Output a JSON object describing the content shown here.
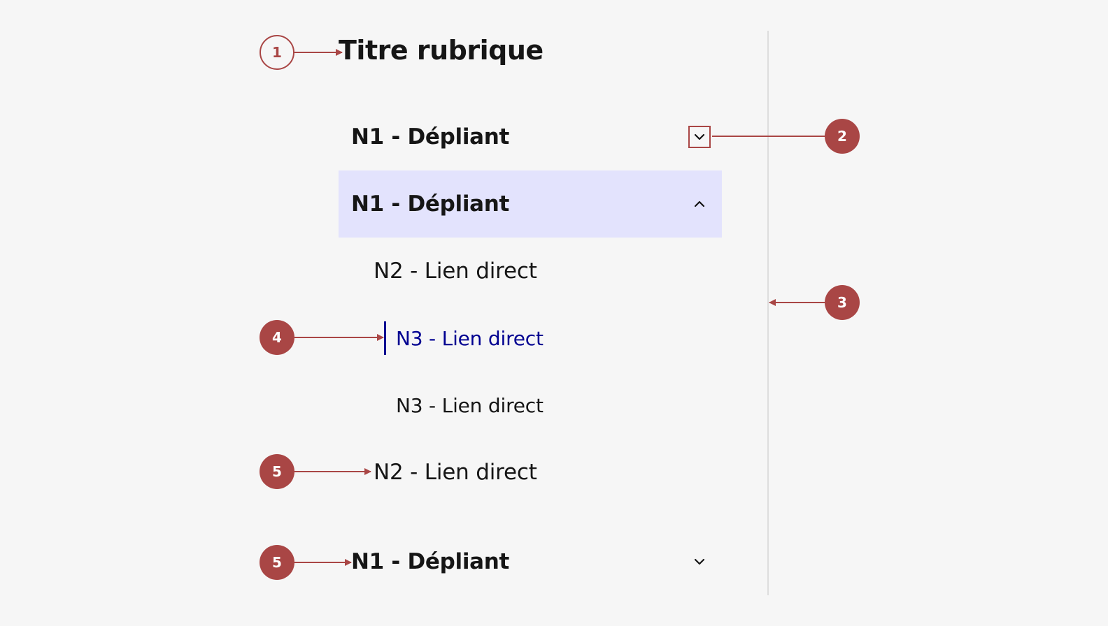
{
  "section_title": "Titre rubrique",
  "menu": {
    "item_1": {
      "label": "N1 - Dépliant",
      "state": "collapsed",
      "icon": "chevron-down-icon"
    },
    "item_2": {
      "label": "N1 - Dépliant",
      "state": "expanded",
      "icon": "chevron-up-icon"
    },
    "n2_link_1": {
      "label": "N2 - Lien direct"
    },
    "n3_link_active": {
      "label": "N3 - Lien direct",
      "state": "active"
    },
    "n3_link_2": {
      "label": "N3 - Lien direct"
    },
    "n2_link_2": {
      "label": "N2 - Lien direct"
    },
    "item_3": {
      "label": "N1 - Dépliant",
      "state": "collapsed",
      "icon": "chevron-down-icon"
    }
  },
  "annotations": {
    "marker_1": "1",
    "marker_2": "2",
    "marker_3": "3",
    "marker_4": "4",
    "marker_5a": "5",
    "marker_5b": "5"
  },
  "colors": {
    "background": "#f6f6f6",
    "active_blue": "#000091",
    "expanded_background": "#e3e3fd",
    "annotation_red": "#a94645",
    "separator": "#dddddd",
    "text": "#161616"
  }
}
